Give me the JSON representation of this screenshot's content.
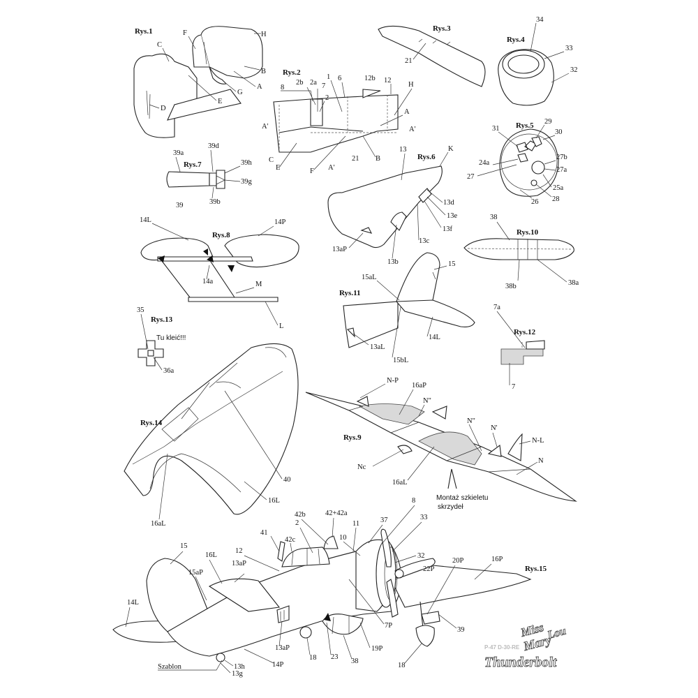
{
  "figures": {
    "rys1": {
      "title": "Rys.1",
      "labels": [
        "C",
        "F",
        "H",
        "B",
        "A",
        "G",
        "E",
        "D"
      ]
    },
    "rys2": {
      "title": "Rys.2",
      "labels": [
        "8",
        "2b",
        "2a",
        "7",
        "2",
        "1",
        "6",
        "12b",
        "12",
        "H",
        "A",
        "A'",
        "A'",
        "C",
        "E",
        "F",
        "21",
        "B",
        "A'"
      ]
    },
    "rys3": {
      "title": "Rys.3",
      "labels": [
        "21"
      ]
    },
    "rys4": {
      "title": "Rys.4",
      "labels": [
        "34",
        "33",
        "32"
      ]
    },
    "rys5": {
      "title": "Rys.5",
      "labels": [
        "31",
        "29",
        "30",
        "24a",
        "27b",
        "27",
        "27a",
        "25a",
        "26",
        "28"
      ]
    },
    "rys6": {
      "title": "Rys.6",
      "labels": [
        "13",
        "K",
        "13d",
        "13e",
        "13f",
        "13c",
        "13aP",
        "13b"
      ]
    },
    "rys7": {
      "title": "Rys.7",
      "labels": [
        "39a",
        "39d",
        "39h",
        "39g",
        "39",
        "39b"
      ]
    },
    "rys8": {
      "title": "Rys.8",
      "labels": [
        "14L",
        "14P",
        "14a",
        "M",
        "L"
      ]
    },
    "rys9": {
      "title": "Rys.9",
      "labels": [
        "N-P",
        "16aP",
        "N\"",
        "N\"",
        "N'",
        "N-L",
        "N",
        "Nc",
        "16aL"
      ],
      "note": [
        "Montaż szkieletu",
        "skrzydeł"
      ]
    },
    "rys10": {
      "title": "Rys.10",
      "labels": [
        "38",
        "38b",
        "38a"
      ]
    },
    "rys11": {
      "title": "Rys.11",
      "labels": [
        "15aL",
        "15",
        "13aL",
        "14L",
        "15bL"
      ]
    },
    "rys12": {
      "title": "Rys.12",
      "labels": [
        "7a",
        "7"
      ]
    },
    "rys13": {
      "title": "Rys.13",
      "labels": [
        "35",
        "36a"
      ],
      "note": "Tu kleić!!!"
    },
    "rys14": {
      "title": "Rys.14",
      "labels": [
        "40",
        "16L",
        "16aL"
      ]
    },
    "rys15": {
      "title": "Rys.15",
      "labels": [
        "42b",
        "42+42a",
        "8",
        "37",
        "33",
        "2",
        "11",
        "10",
        "32",
        "41",
        "42c",
        "12",
        "22P",
        "15",
        "16L",
        "13aP",
        "15aP",
        "20P",
        "16P",
        "14L",
        "7P",
        "39",
        "19P",
        "18",
        "23",
        "38",
        "13aP",
        "18",
        "Szablon",
        "14P",
        "13h",
        "13g"
      ]
    }
  },
  "branding": {
    "line1": "Miss",
    "line2": "Mary",
    "line3": "Lou",
    "model": "P-47 D-30-RE",
    "name": "Thunderbolt"
  }
}
